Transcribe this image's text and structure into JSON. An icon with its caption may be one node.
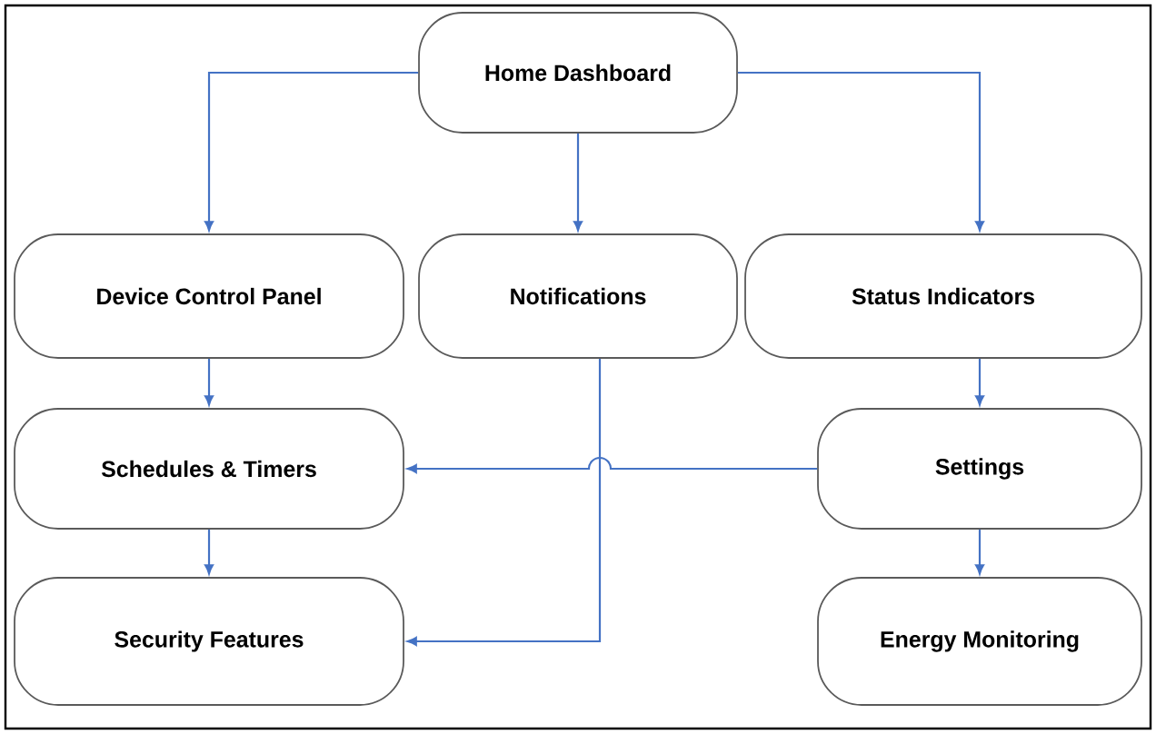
{
  "diagram": {
    "nodes": [
      {
        "text": [
          "Home Dashboard"
        ]
      },
      {
        "text": [
          "Device Control Panel"
        ]
      },
      {
        "text": [
          "Notifications"
        ]
      },
      {
        "text": [
          "Status Indicators"
        ]
      },
      {
        "text": [
          "Schedules & Timers"
        ]
      },
      {
        "text": [
          "Settings"
        ]
      },
      {
        "text": [
          "Security Features"
        ]
      },
      {
        "text": [
          "Energy Monitoring"
        ]
      }
    ],
    "edges": [
      {
        "from": 0,
        "to": 1,
        "arrow": "to"
      },
      {
        "from": 0,
        "to": 2,
        "arrow": "to"
      },
      {
        "from": 0,
        "to": 3,
        "arrow": "to"
      },
      {
        "from": 1,
        "to": 4,
        "arrow": "to"
      },
      {
        "from": 4,
        "to": 6,
        "arrow": "to"
      },
      {
        "from": 3,
        "to": 5,
        "arrow": "to"
      },
      {
        "from": 5,
        "to": 7,
        "arrow": "to"
      },
      {
        "from": 5,
        "to": 4,
        "arrow": "to"
      },
      {
        "from": 2,
        "to": 6,
        "arrow": "to"
      }
    ]
  }
}
